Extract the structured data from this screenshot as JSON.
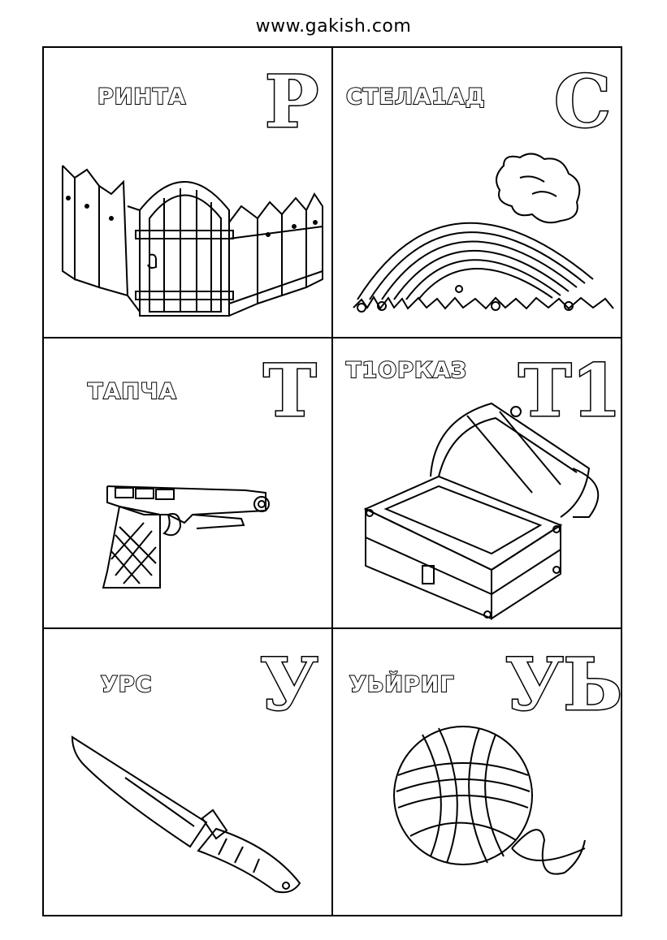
{
  "site": {
    "url": "www.gakish.com"
  },
  "cards": [
    {
      "word": "РИНТА",
      "letter": "Р",
      "picture": "fence-gate"
    },
    {
      "word": "СТЕЛА1АД",
      "letter": "С",
      "picture": "rainbow"
    },
    {
      "word": "ТАПЧА",
      "letter": "Т",
      "picture": "pistol"
    },
    {
      "word": "Т1ОРКАЗ",
      "letter": "Т1",
      "picture": "treasure-chest"
    },
    {
      "word": "УРС",
      "letter": "У",
      "picture": "knife"
    },
    {
      "word": "УЬЙРИГ",
      "letter": "УЬ",
      "picture": "yarn-ball"
    }
  ]
}
